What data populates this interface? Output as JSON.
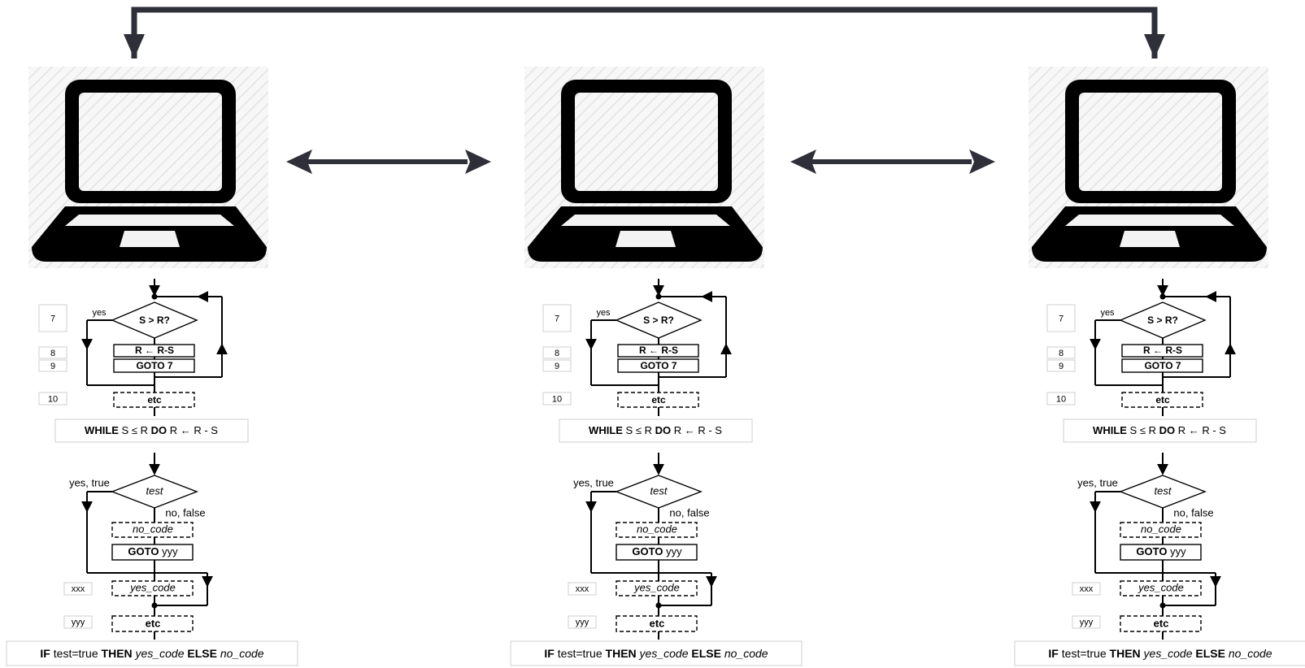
{
  "colors": {
    "arrow": "#2f2f3a",
    "laptop": "#000000",
    "hatch_bg": "#f3f3f3",
    "box_border": "#cfcfcf"
  },
  "icons": [
    "laptop-icon",
    "double-headed-arrow",
    "loop-arrow"
  ],
  "flowcharts": [
    {
      "while": {
        "line_numbers": [
          "7",
          "8",
          "9",
          "10"
        ],
        "condition": "S > R?",
        "yes_label": "yes",
        "assign": "R ← R-S",
        "goto": "GOTO 7",
        "etc": "etc",
        "caption": {
          "kw1": "WHILE",
          "t1": " S ≤ R ",
          "kw2": "DO",
          "t2": " R ← R - S"
        }
      },
      "ifthen": {
        "test": "test",
        "yes_label": "yes, true",
        "no_label": "no, false",
        "no_code": "no_code",
        "goto_kw": "GOTO",
        "goto_target": " yyy",
        "yes_code": "yes_code",
        "etc": "etc",
        "line_numbers": [
          "xxx",
          "yyy"
        ],
        "caption": {
          "kw1": "IF",
          "t1": " test=true ",
          "kw2": "THEN",
          "t2": " yes_code ",
          "kw3": "ELSE",
          "t3": " no_code"
        }
      }
    },
    {
      "while": {
        "line_numbers": [
          "7",
          "8",
          "9",
          "10"
        ],
        "condition": "S > R?",
        "yes_label": "yes",
        "assign": "R ← R-S",
        "goto": "GOTO 7",
        "etc": "etc",
        "caption": {
          "kw1": "WHILE",
          "t1": " S ≤ R ",
          "kw2": "DO",
          "t2": " R ← R - S"
        }
      },
      "ifthen": {
        "test": "test",
        "yes_label": "yes, true",
        "no_label": "no, false",
        "no_code": "no_code",
        "goto_kw": "GOTO",
        "goto_target": " yyy",
        "yes_code": "yes_code",
        "etc": "etc",
        "line_numbers": [
          "xxx",
          "yyy"
        ],
        "caption": {
          "kw1": "IF",
          "t1": " test=true ",
          "kw2": "THEN",
          "t2": " yes_code ",
          "kw3": "ELSE",
          "t3": " no_code"
        }
      }
    },
    {
      "while": {
        "line_numbers": [
          "7",
          "8",
          "9",
          "10"
        ],
        "condition": "S > R?",
        "yes_label": "yes",
        "assign": "R ← R-S",
        "goto": "GOTO 7",
        "etc": "etc",
        "caption": {
          "kw1": "WHILE",
          "t1": " S ≤ R ",
          "kw2": "DO",
          "t2": " R ← R - S"
        }
      },
      "ifthen": {
        "test": "test",
        "yes_label": "yes, true",
        "no_label": "no, false",
        "no_code": "no_code",
        "goto_kw": "GOTO",
        "goto_target": " yyy",
        "yes_code": "yes_code",
        "etc": "etc",
        "line_numbers": [
          "xxx",
          "yyy"
        ],
        "caption": {
          "kw1": "IF",
          "t1": " test=true ",
          "kw2": "THEN",
          "t2": " yes_code ",
          "kw3": "ELSE",
          "t3": " no_code"
        }
      }
    }
  ]
}
